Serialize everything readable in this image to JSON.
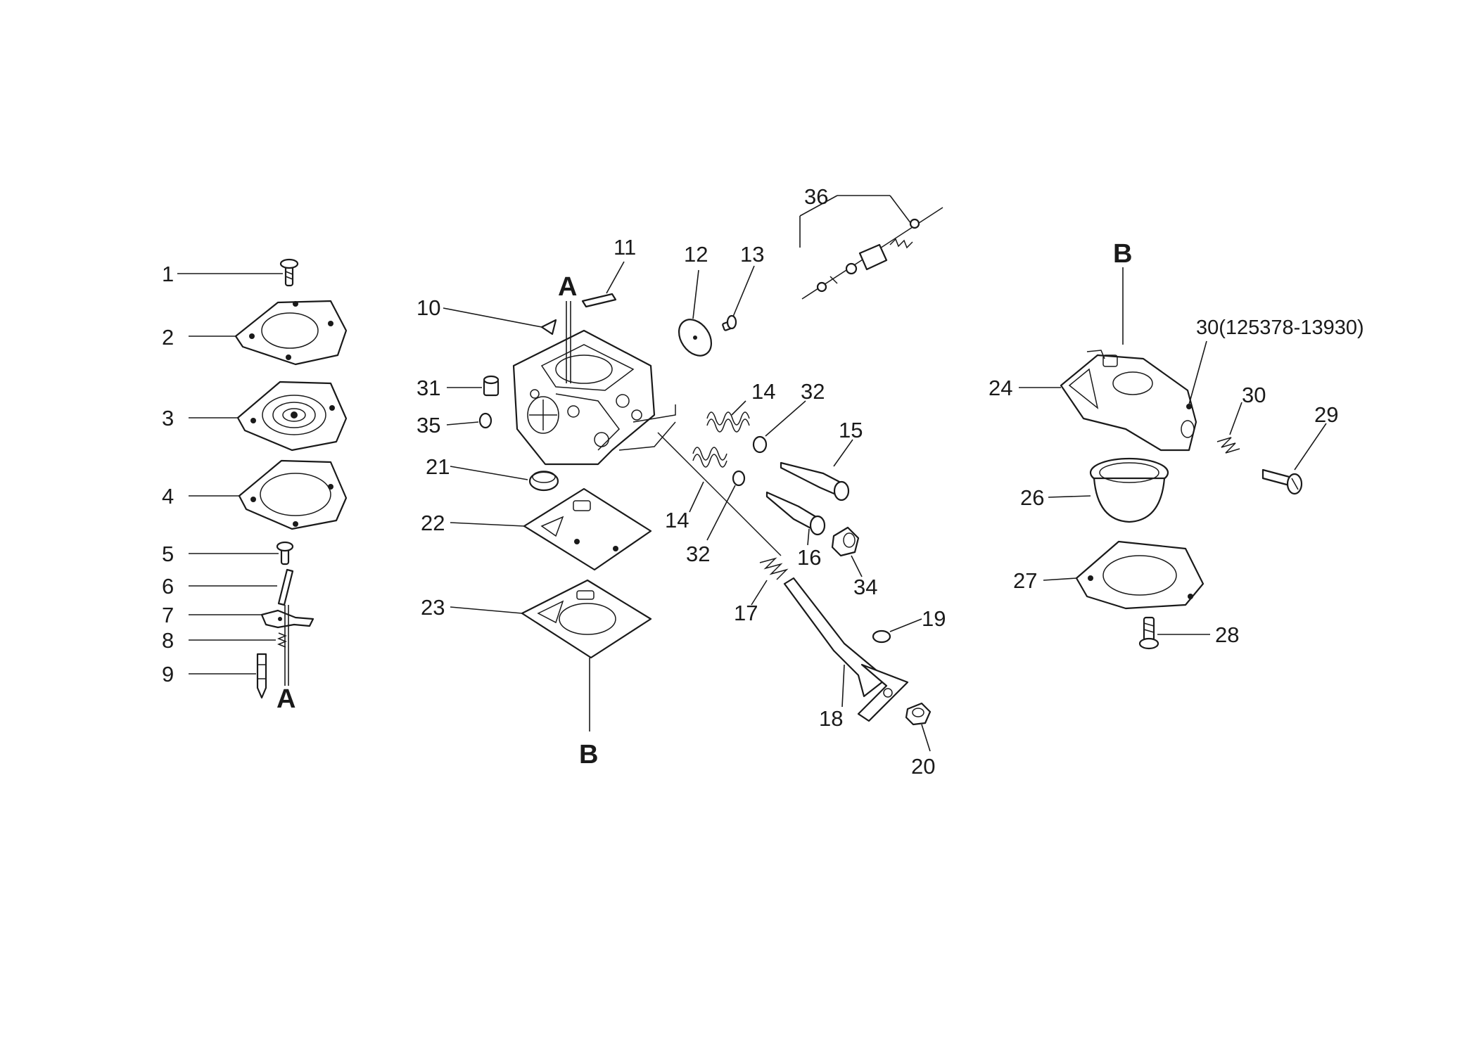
{
  "labels": {
    "p1": "1",
    "p2": "2",
    "p3": "3",
    "p4": "4",
    "p5": "5",
    "p6": "6",
    "p7": "7",
    "p8": "8",
    "p9": "9",
    "p10": "10",
    "p11": "11",
    "p12": "12",
    "p13": "13",
    "p14a": "14",
    "p14b": "14",
    "p15": "15",
    "p16": "16",
    "p17": "17",
    "p18": "18",
    "p19": "19",
    "p20": "20",
    "p21": "21",
    "p22": "22",
    "p23": "23",
    "p24": "24",
    "p26": "26",
    "p27": "27",
    "p28": "28",
    "p29": "29",
    "p30": "30",
    "p30b": "30(125378-13930)",
    "p31": "31",
    "p32a": "32",
    "p32b": "32",
    "p34": "34",
    "p35": "35",
    "p36": "36"
  },
  "refs": {
    "a_top": "A",
    "a_left": "A",
    "b_bottom": "B",
    "b_right": "B"
  }
}
